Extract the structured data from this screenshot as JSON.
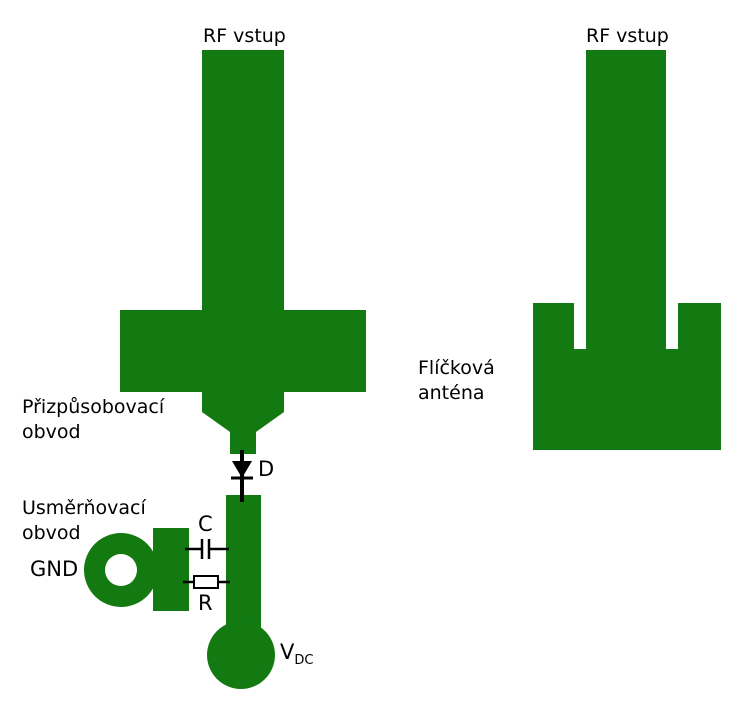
{
  "colors": {
    "copper": "#137a12",
    "hole": "#ffffff",
    "component": "#000000"
  },
  "left_circuit": {
    "rf_input_label": "RF vstup",
    "matching_label_line1": "Přizpůsobovací",
    "matching_label_line2": "obvod",
    "rectifier_label_line1": "Usměrňovací",
    "rectifier_label_line2": "obvod",
    "diode_label": "D",
    "capacitor_label": "C",
    "resistor_label": "R",
    "gnd_label": "GND",
    "vdc_label_main": "V",
    "vdc_label_sub": "DC"
  },
  "right_circuit": {
    "rf_input_label": "RF vstup",
    "patch_label_line1": "Flíčková",
    "patch_label_line2": "anténa"
  }
}
